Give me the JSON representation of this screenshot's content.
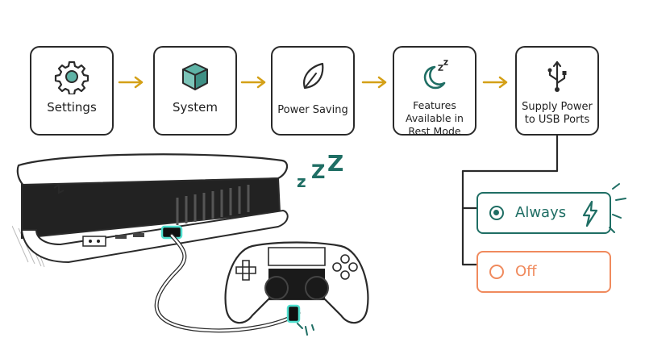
{
  "steps": [
    {
      "label": "Settings",
      "icon": "gear-icon"
    },
    {
      "label": "System",
      "icon": "cube-icon"
    },
    {
      "label": "Power Saving",
      "icon": "leaf-icon"
    },
    {
      "label": "Features Available in Rest Mode",
      "icon": "moon-zzz-icon"
    },
    {
      "label": "Supply Power to USB Ports",
      "icon": "usb-icon"
    }
  ],
  "options": [
    {
      "label": "Always",
      "selected": true,
      "color": "#1f6e64",
      "icon": "lightning-icon"
    },
    {
      "label": "Off",
      "selected": false,
      "color": "#f08a5d"
    }
  ],
  "sleep_text": "z Z Z",
  "colors": {
    "accent": "#1f6e64",
    "arrow": "#d4a017",
    "off": "#f08a5d",
    "outline": "#2a2a2a"
  }
}
